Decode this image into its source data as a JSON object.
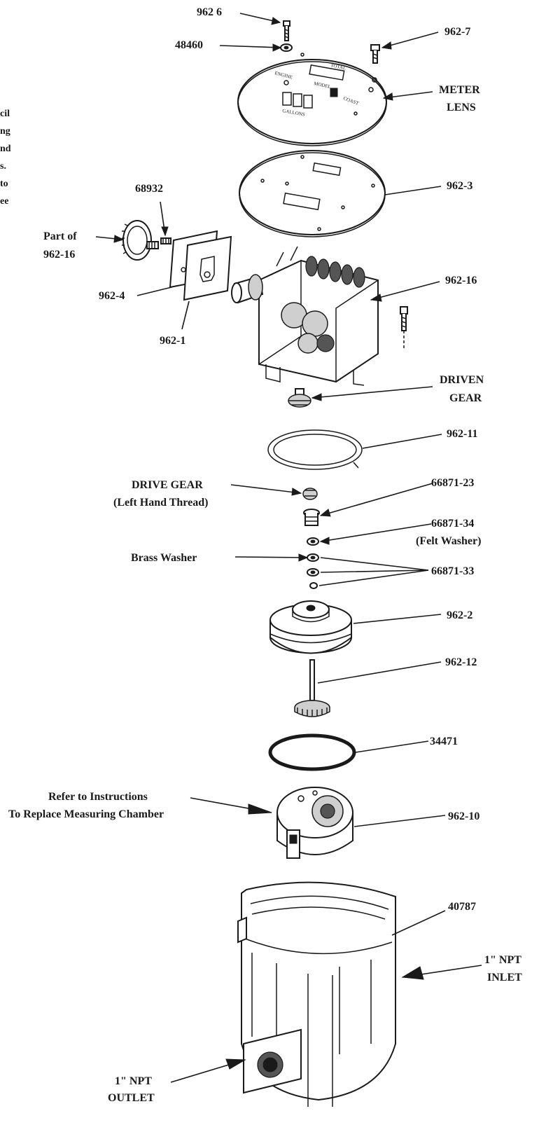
{
  "margin_text": [
    "cil",
    "ng",
    "nd",
    "s.",
    "to",
    "ee"
  ],
  "lens_print": {
    "total": "TOTAL",
    "engine": "ENGINE",
    "model": "MODEL",
    "coast": "COAST",
    "gallons": "GALLONS"
  },
  "labels": {
    "p9626": "962 6",
    "p48460": "48460",
    "p9627": "962-7",
    "meter_lens_1": "METER",
    "meter_lens_2": "LENS",
    "p9623": "962-3",
    "p68932": "68932",
    "partof_1": "Part of",
    "partof_2": "962-16",
    "p9624": "962-4",
    "p9621": "962-1",
    "p96216": "962-16",
    "driven_1": "DRIVEN",
    "driven_2": "GEAR",
    "p96211": "962-11",
    "drive_1": "DRIVE GEAR",
    "drive_2": "(Left Hand Thread)",
    "p6687123": "66871-23",
    "p6687134": "66871-34",
    "felt": "(Felt Washer)",
    "brass": "Brass Washer",
    "p6687133": "66871-33",
    "p9622": "962-2",
    "p96212": "962-12",
    "p34471": "34471",
    "refer_1": "Refer to Instructions",
    "refer_2": "To Replace Measuring Chamber",
    "p96210": "962-10",
    "p40787": "40787",
    "inlet_1": "1\" NPT",
    "inlet_2": "INLET",
    "outlet_1": "1\" NPT",
    "outlet_2": "OUTLET"
  }
}
